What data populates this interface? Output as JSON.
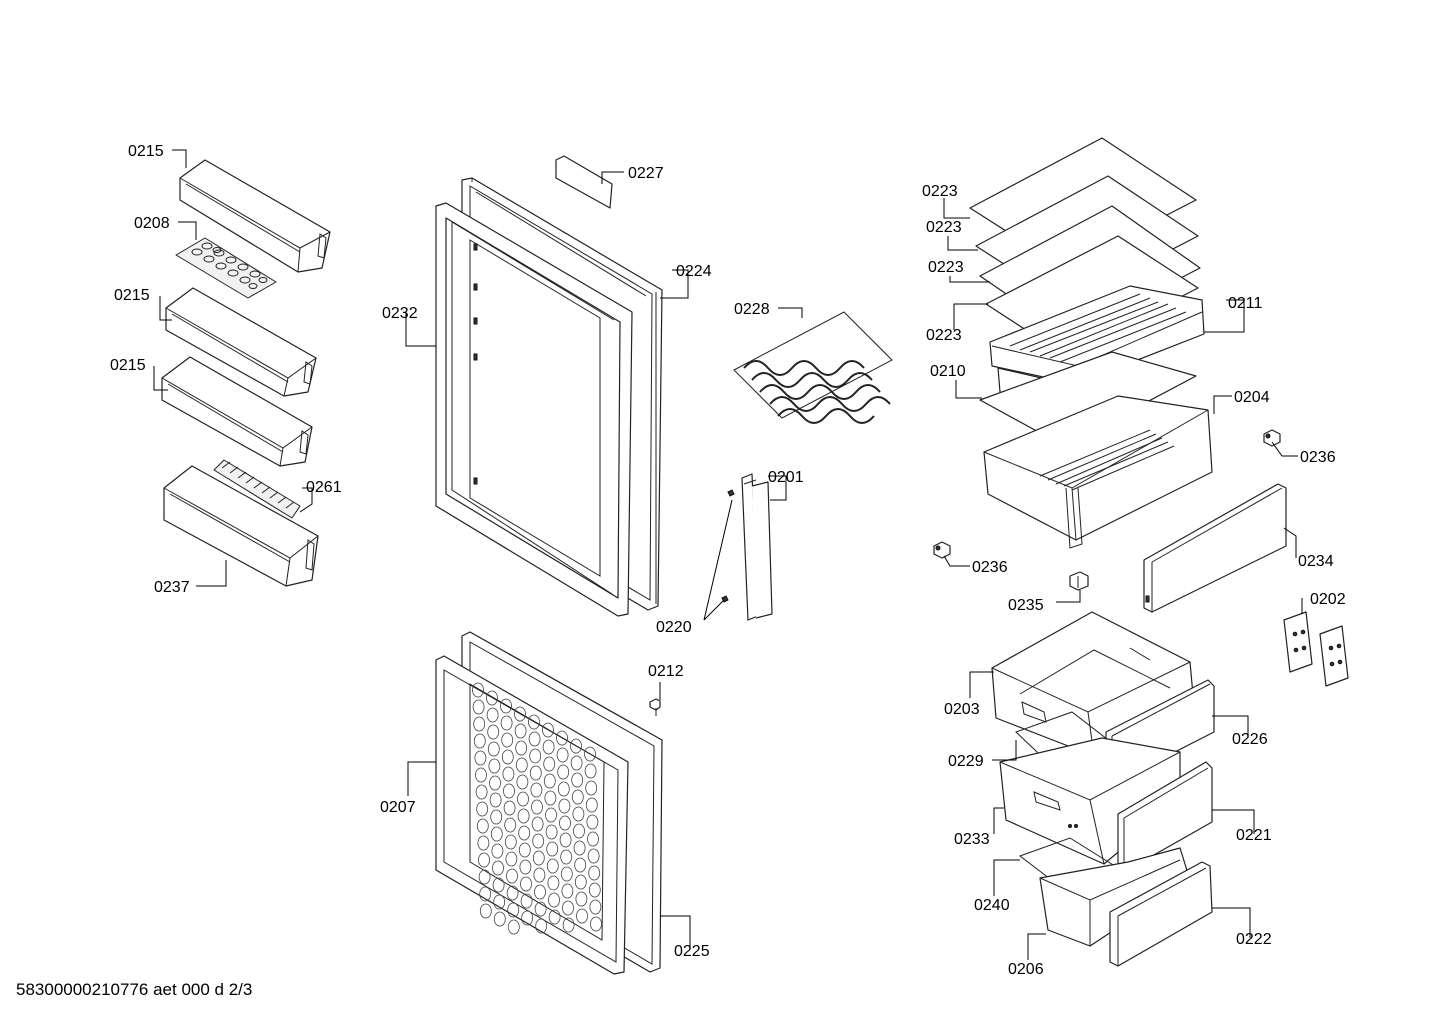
{
  "footer_code": "58300000210776 aet 000 d 2/3",
  "labels": {
    "p0201": "0201",
    "p0202": "0202",
    "p0203": "0203",
    "p0204": "0204",
    "p0206": "0206",
    "p0207": "0207",
    "p0208": "0208",
    "p0210": "0210",
    "p0211": "0211",
    "p0212": "0212",
    "p0215": "0215",
    "p0220": "0220",
    "p0221": "0221",
    "p0222": "0222",
    "p0223": "0223",
    "p0224": "0224",
    "p0225": "0225",
    "p0226": "0226",
    "p0227": "0227",
    "p0228": "0228",
    "p0229": "0229",
    "p0232": "0232",
    "p0233": "0233",
    "p0234": "0234",
    "p0235": "0235",
    "p0236": "0236",
    "p0237": "0237",
    "p0240": "0240",
    "p0261": "0261"
  }
}
